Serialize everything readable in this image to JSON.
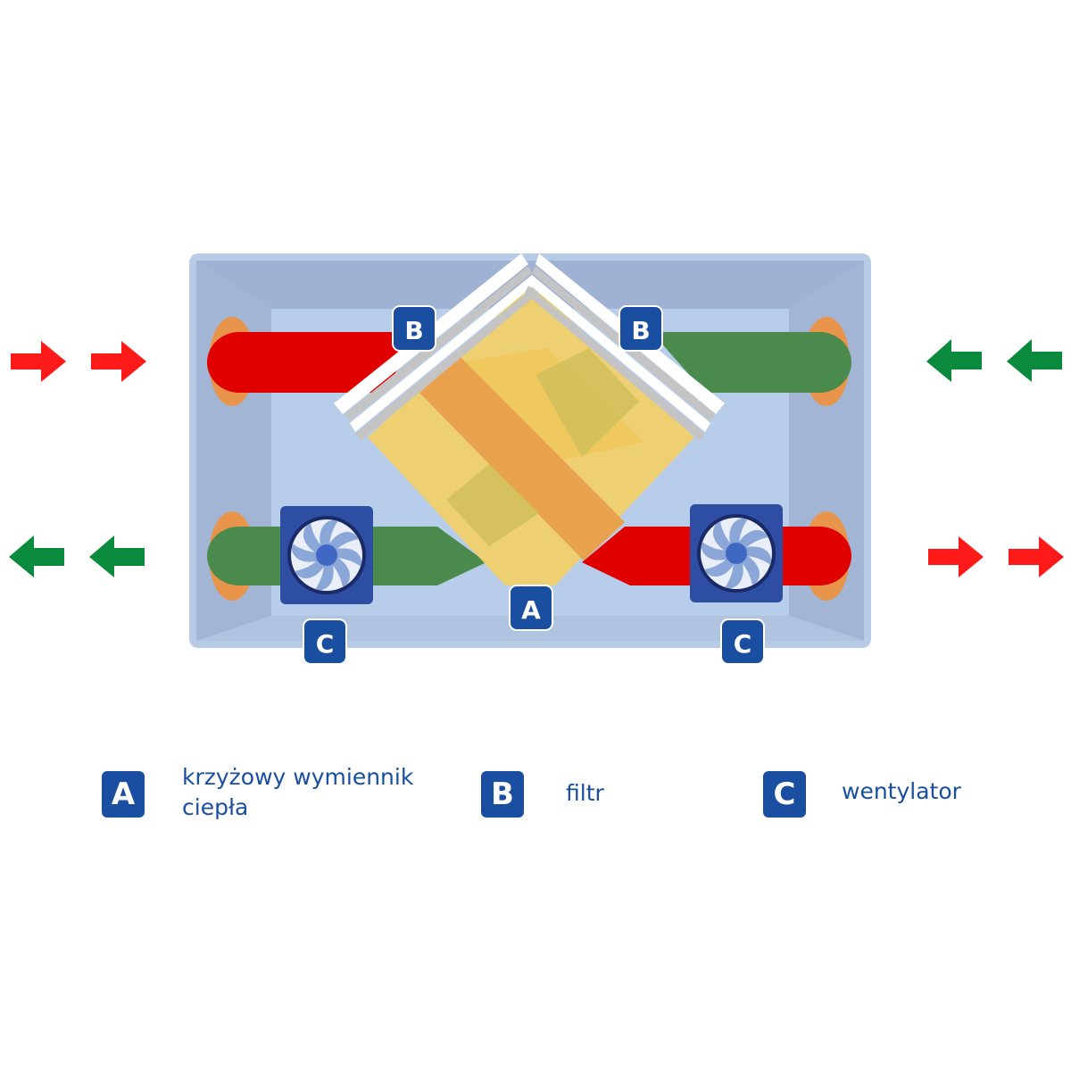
{
  "colors": {
    "badge": "#1a4ea0",
    "warm_air": "#e00000",
    "cool_air": "#4a8a4c",
    "arrow_red": "#ff1a1a",
    "arrow_green": "#0a8a3c",
    "housing_outer": "#b8cbe6",
    "housing_inner": "#a3b5d5",
    "exchanger": "#f0c450"
  },
  "labels": {
    "exchanger_badge": "A",
    "filter_badge": "B",
    "fan_badge": "C"
  },
  "legend": [
    {
      "key": "A",
      "text": "krzyżowy wymiennik\nciepła"
    },
    {
      "key": "B",
      "text": "filtr"
    },
    {
      "key": "C",
      "text": "wentylator"
    }
  ],
  "icons": [
    "right-arrow-icon",
    "left-arrow-icon",
    "fan-icon"
  ]
}
